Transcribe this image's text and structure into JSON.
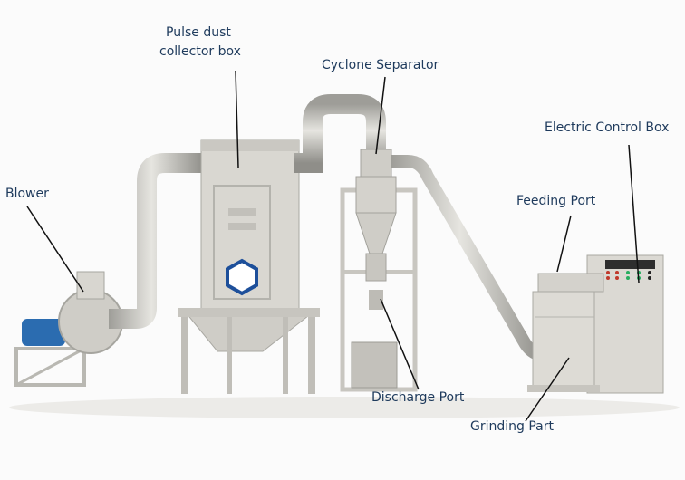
{
  "labels": {
    "pulse_dust_line1": "Pulse dust",
    "pulse_dust_line2": "collector box",
    "cyclone": "Cyclone Separator",
    "electric": "Electric Control Box",
    "feeding": "Feeding Port",
    "blower": "Blower",
    "discharge": "Discharge Port",
    "grinding": "Grinding Part"
  },
  "colors": {
    "label_text": "#1e3a5c",
    "metal": "#d3d1cb",
    "logo": "#1d4f9a",
    "motor": "#2b6cb0"
  }
}
